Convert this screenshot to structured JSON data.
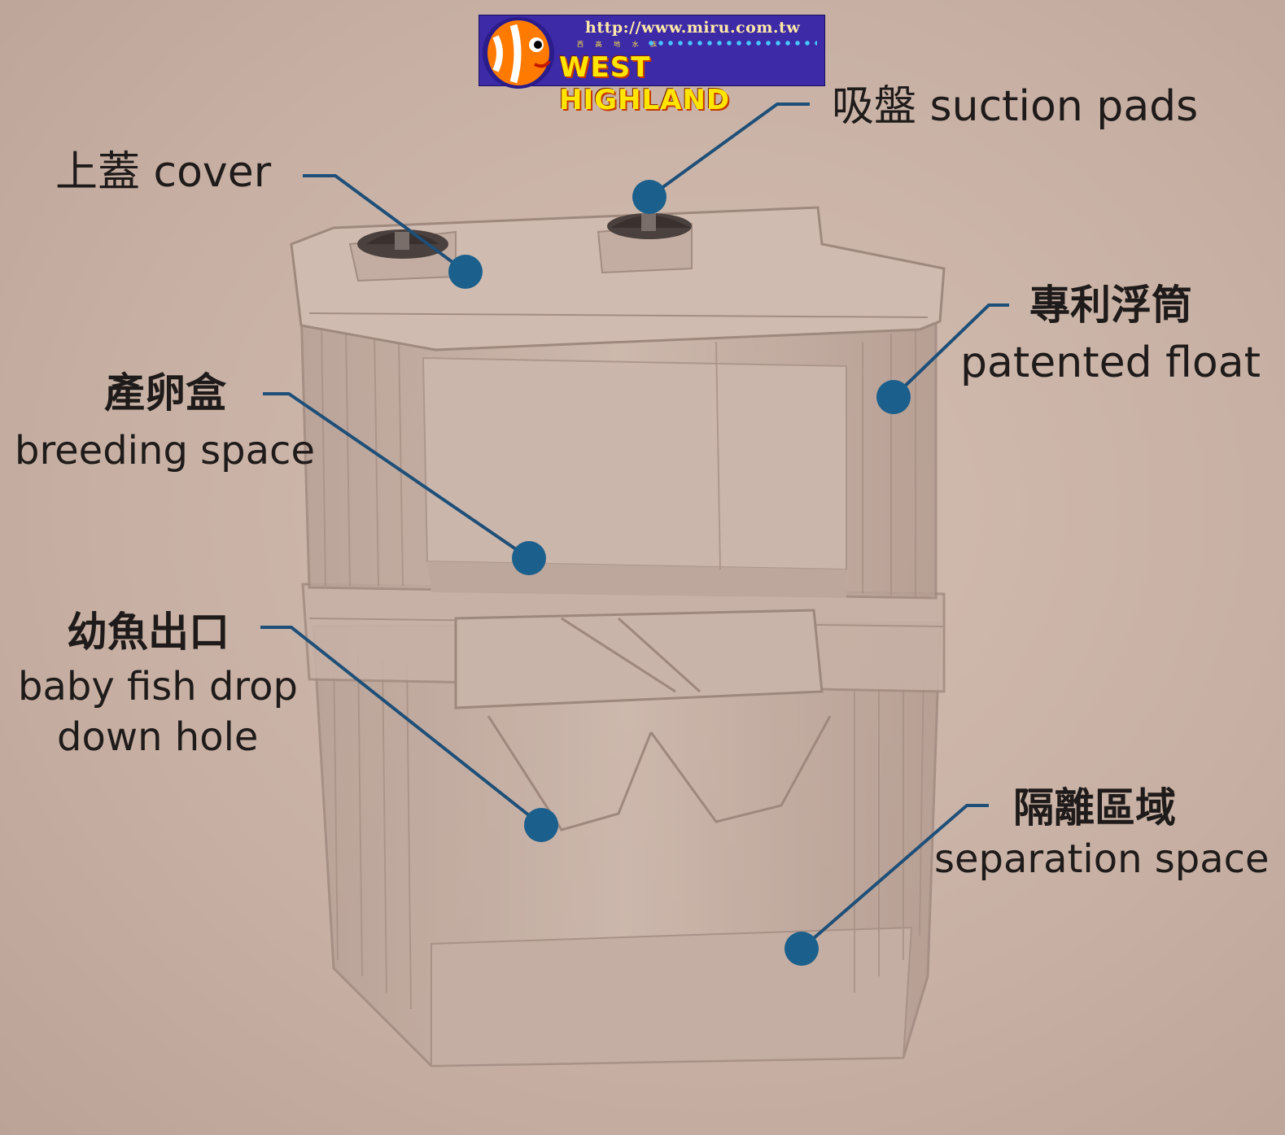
{
  "logo": {
    "url": "http://www.miru.com.tw",
    "subtitle": "西 高 地 水 族",
    "name": "WEST HIGHLAND"
  },
  "labels": {
    "cover": "上蓋 cover",
    "suction": "吸盤 suction pads",
    "float_zh": "專利浮筒",
    "float_en": "patented float",
    "breeding_zh": "產卵盒",
    "breeding_en": "breeding space",
    "baby_zh": "幼魚出口",
    "baby_en_line1": "baby fish drop",
    "baby_en_line2": "down hole",
    "separation_zh": "隔離區域",
    "separation_en": "separation space"
  },
  "colors": {
    "callout_dot": "#1b5f8c",
    "callout_line": "#1e4f78",
    "background": "#c9b3a6",
    "logo_bg": "#3c2aa6",
    "logo_text": "#ffe500"
  }
}
